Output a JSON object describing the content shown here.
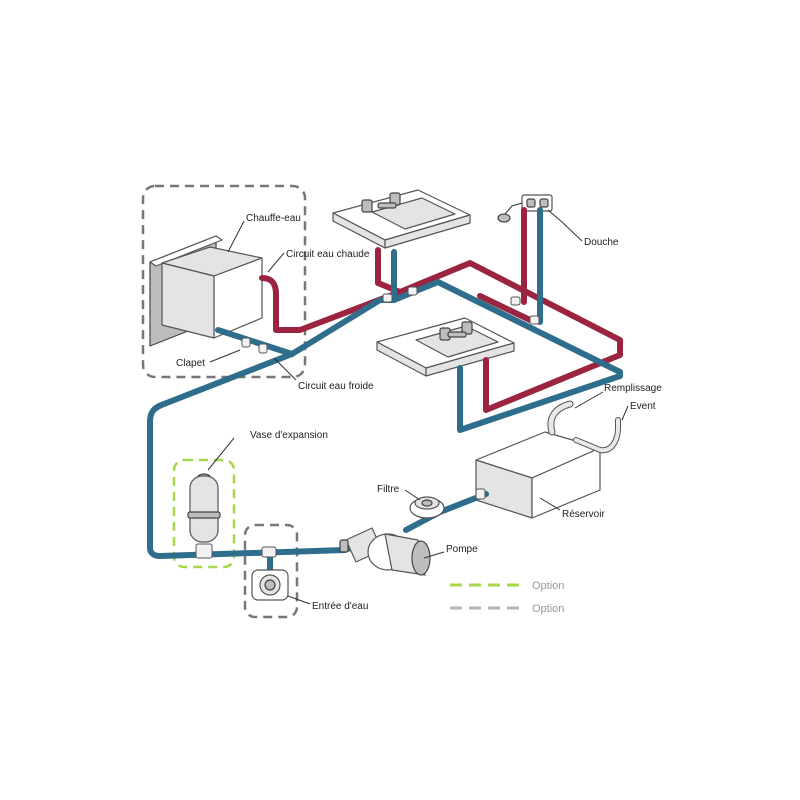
{
  "labels": {
    "chauffe_eau": "Chauffe-eau",
    "circuit_chaude": "Circuit eau chaude",
    "clapet": "Clapet",
    "circuit_froide": "Circuit eau froide",
    "douche": "Douche",
    "remplissage": "Remplissage",
    "event": "Event",
    "vase": "Vase d'expansion",
    "filtre": "Filtre",
    "reservoir": "Réservoir",
    "pompe": "Pompe",
    "entree": "Entrée d'eau"
  },
  "legend": [
    {
      "label": "Option",
      "color": "#a6d84a"
    },
    {
      "label": "Option",
      "color": "#b5b5b5"
    }
  ],
  "colors": {
    "hot_pipe": "#9b2441",
    "cold_pipe": "#2f6d8c",
    "option_green": "#a6d84a",
    "option_grey": "#b5b5b5",
    "grey_dashed_box": "#777777"
  }
}
